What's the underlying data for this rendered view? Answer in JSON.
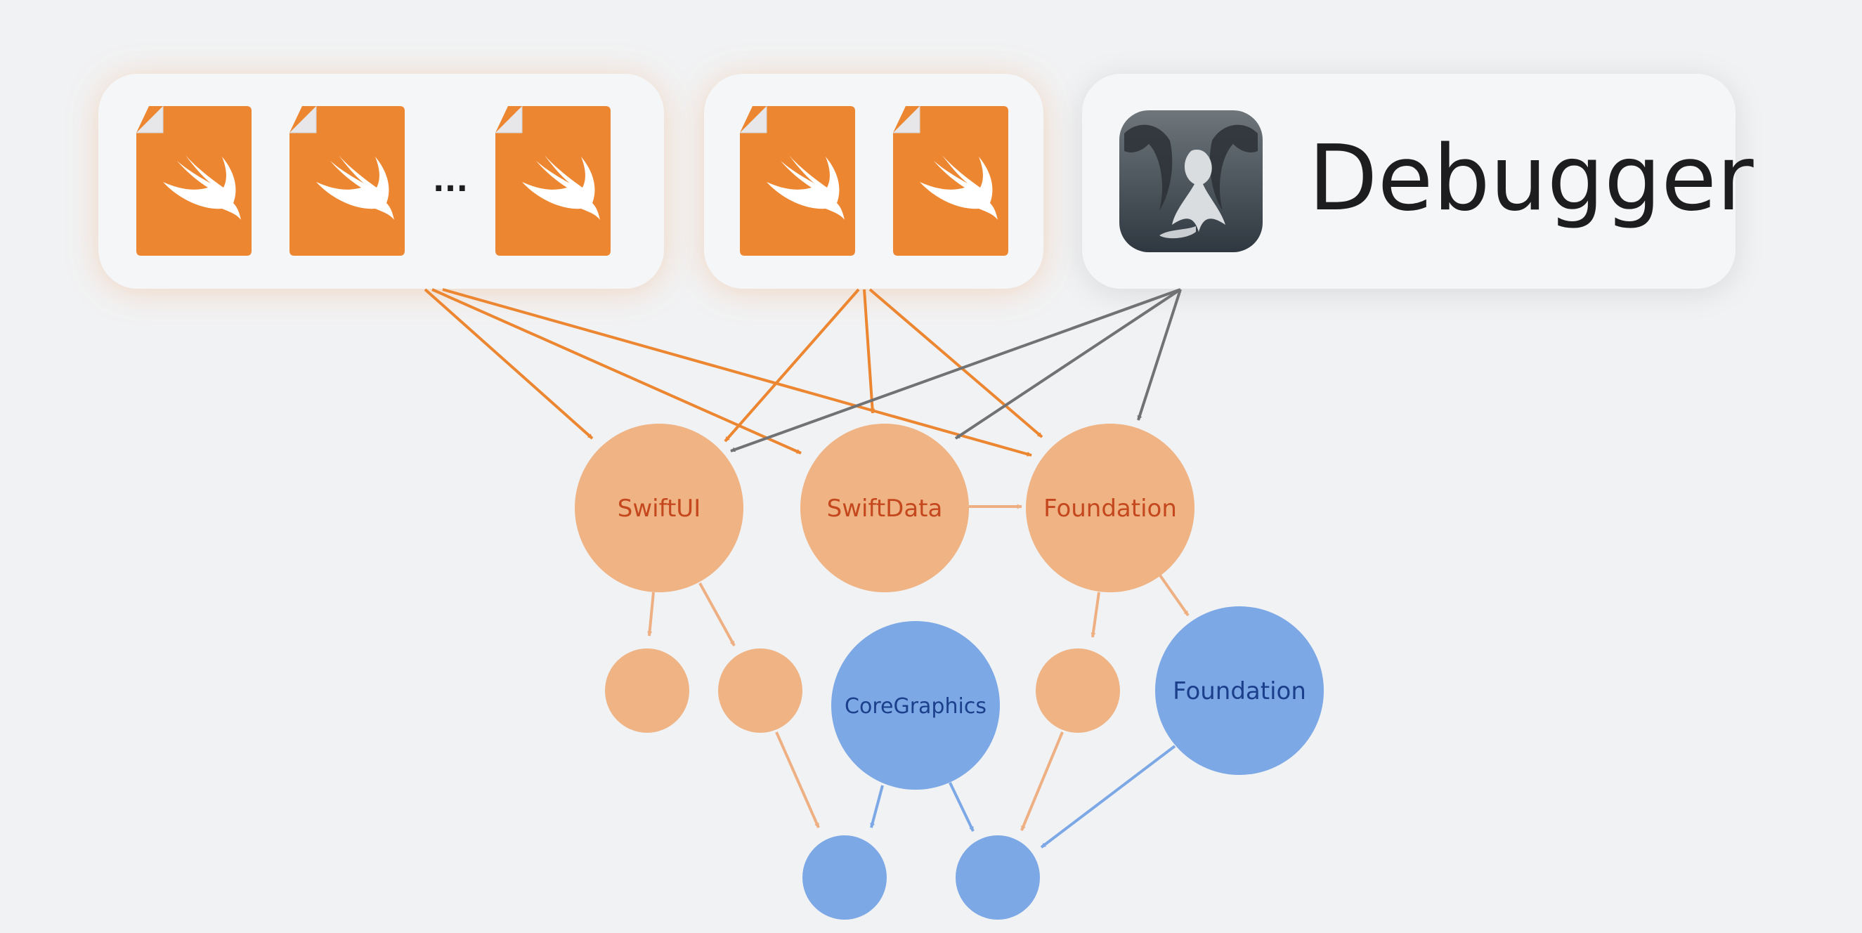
{
  "ellipsis": "...",
  "debugger": {
    "label": "Debugger",
    "icon": "lldb-dragon-icon"
  },
  "file_icon": "swift-file-icon",
  "nodes": {
    "swiftui": "SwiftUI",
    "swiftdata": "SwiftData",
    "foundation_orange": "Foundation",
    "coregraphics": "CoreGraphics",
    "foundation_blue": "Foundation"
  },
  "colors": {
    "background": "#f1f2f4",
    "card": "#f5f6f7",
    "swift_orange": "#ec8630",
    "orange_node": "#efb384",
    "orange_node_text": "#c4471d",
    "orange_arrow": "#ec8630",
    "orange_light_arrow": "#eeb082",
    "blue_node": "#7ca8e6",
    "blue_node_text": "#1c3f8c",
    "blue_arrow": "#7ca8e6",
    "gray_arrow": "#707274",
    "debugger_text": "#1d1d1f"
  }
}
